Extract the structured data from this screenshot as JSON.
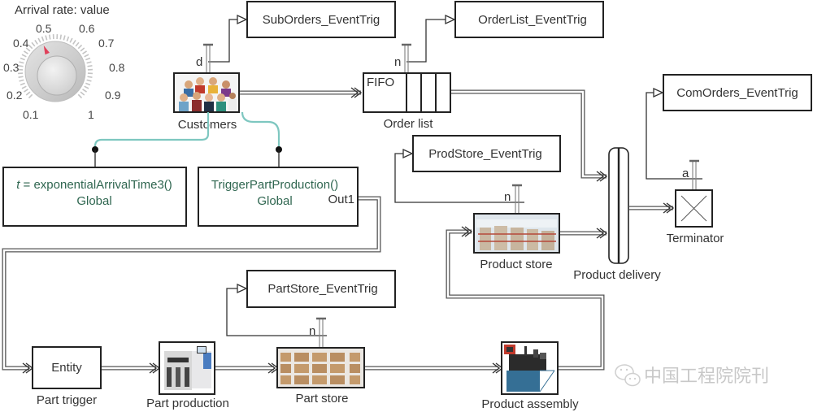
{
  "dial": {
    "title": "Arrival rate: value",
    "value": 0.47,
    "ticks": [
      "0.1",
      "0.2",
      "0.3",
      "0.4",
      "0.5",
      "0.6",
      "0.7",
      "0.8",
      "0.9",
      "1"
    ],
    "pointer_color": "#e0405a"
  },
  "event_triggers": {
    "sub_orders": "SubOrders_EventTrig",
    "order_list": "OrderList_EventTrig",
    "com_orders": "ComOrders_EventTrig",
    "prod_store": "ProdStore_EventTrig",
    "part_store": "PartStore_EventTrig"
  },
  "port_labels": {
    "customers": "d",
    "order_list": "n",
    "terminator": "a",
    "product_store": "n",
    "part_store": "n",
    "trigger_out": "Out1"
  },
  "blocks": {
    "customers": "Customers",
    "order_list_label": "Order list",
    "order_list_mode": "FIFO",
    "product_delivery": "Product delivery",
    "terminator": "Terminator",
    "product_store": "Product store",
    "part_trigger_inner": "Entity",
    "part_trigger": "Part trigger",
    "part_production": "Part production",
    "part_store": "Part store",
    "product_assembly": "Product assembly"
  },
  "functions": {
    "arrival_var": "t",
    "arrival_expr": " = exponentialArrivalTime3()",
    "arrival_scope": "Global",
    "trigger_expr": "TriggerPartProduction()",
    "trigger_scope": "Global"
  },
  "colors": {
    "connector_teal": "#7ec7c0",
    "function_text": "#2f6650"
  },
  "watermark": "中国工程院院刊"
}
